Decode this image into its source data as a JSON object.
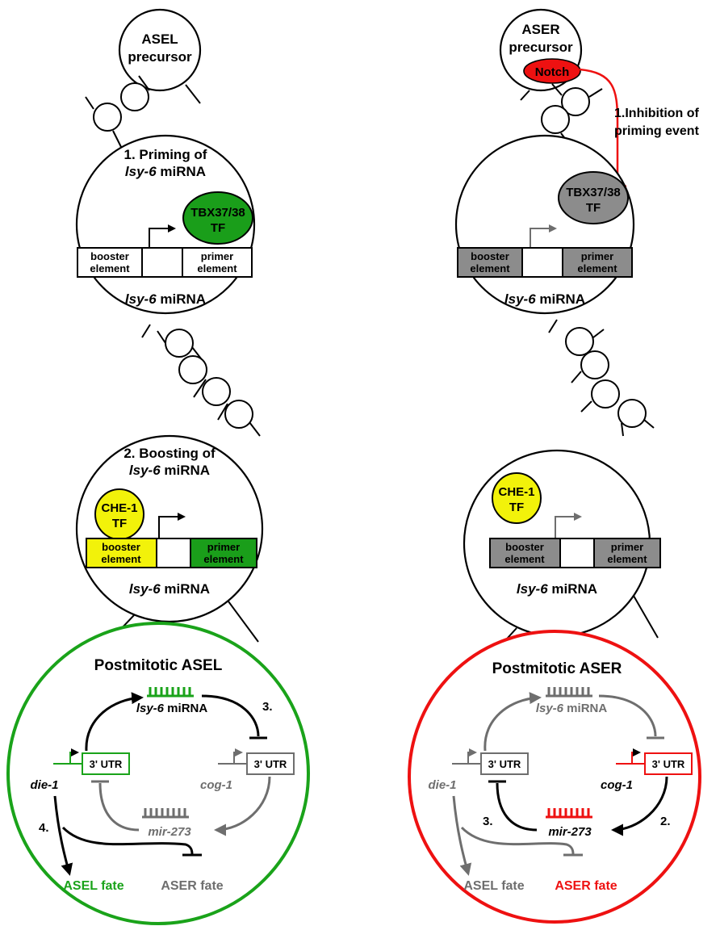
{
  "colors": {
    "black": "#000000",
    "gray": "#6e6e6e",
    "box_gray": "#8c8c8c",
    "green": "#1aa31a",
    "green_fill": "#1a9e1a",
    "yellow": "#f2f20a",
    "red": "#ee1111",
    "tf_gray": "#8c8c8c"
  },
  "left": {
    "precursor": {
      "line1": "ASEL",
      "line2": "precursor"
    },
    "priming": {
      "title1": "1. Priming of",
      "title2_italic": "lsy-6",
      "title2_rest": " miRNA",
      "tf_line1": "TBX37/38",
      "tf_line2": "TF",
      "booster_line1": "booster",
      "booster_line2": "element",
      "primer_line1": "primer",
      "primer_line2": "element",
      "gene_italic": "lsy-6",
      "gene_rest": " miRNA"
    },
    "boosting": {
      "title1": "2. Boosting of",
      "title2_italic": "lsy-6",
      "title2_rest": " miRNA",
      "tf_line1": "CHE-1",
      "tf_line2": "TF",
      "booster_line1": "booster",
      "booster_line2": "element",
      "primer_line1": "primer",
      "primer_line2": "element",
      "gene_italic": "lsy-6",
      "gene_rest": " miRNA"
    },
    "postmitotic": {
      "title": "Postmitotic ASEL",
      "mirna_italic": "lsy-6",
      "mirna_rest": " miRNA",
      "step3": "3.",
      "step4": "4.",
      "die1": "die-1",
      "utr_left": "3' UTR",
      "cog1": "cog-1",
      "utr_right": "3' UTR",
      "mir273": "mir-273",
      "fate_left": "ASEL fate",
      "fate_right": "ASER fate"
    }
  },
  "right": {
    "precursor": {
      "line1": "ASER",
      "line2": "precursor",
      "notch": "Notch"
    },
    "inhibition": {
      "line1": "1.Inhibition of",
      "line2": "priming event"
    },
    "priming": {
      "tf_line1": "TBX37/38",
      "tf_line2": "TF",
      "booster_line1": "booster",
      "booster_line2": "element",
      "primer_line1": "primer",
      "primer_line2": "element",
      "gene_italic": "lsy-6",
      "gene_rest": " miRNA"
    },
    "boosting": {
      "tf_line1": "CHE-1",
      "tf_line2": "TF",
      "booster_line1": "booster",
      "booster_line2": "element",
      "primer_line1": "primer",
      "primer_line2": "element",
      "gene_italic": "lsy-6",
      "gene_rest": " miRNA"
    },
    "postmitotic": {
      "title": "Postmitotic ASER",
      "mirna_italic": "lsy-6",
      "mirna_rest": " miRNA",
      "step3": "3.",
      "step2": "2.",
      "die1": "die-1",
      "utr_left": "3' UTR",
      "cog1": "cog-1",
      "utr_right": "3' UTR",
      "mir273": "mir-273",
      "fate_left": "ASEL fate",
      "fate_right": "ASER fate"
    }
  }
}
